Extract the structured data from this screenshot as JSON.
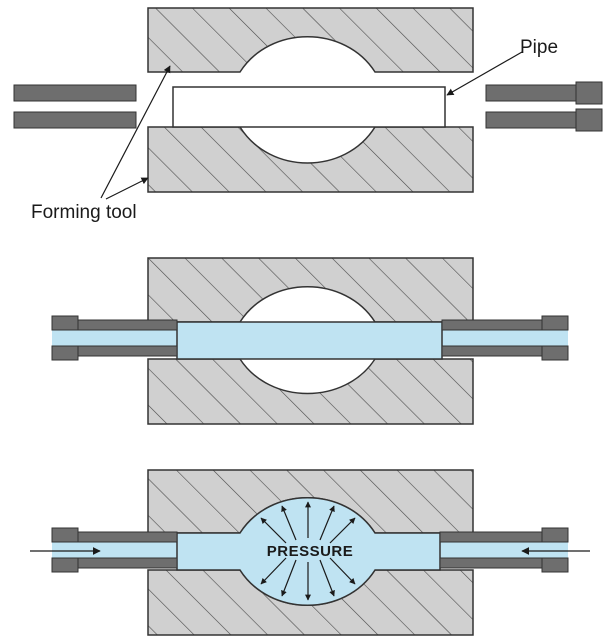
{
  "labels": {
    "pipe": "Pipe",
    "forming_tool": "Forming tool",
    "pressure": "PRESSURE"
  },
  "colors": {
    "die": "#d0d0d0",
    "hatch": "#4a4a4a",
    "punch": "#6e6e6e",
    "fluid": "#bfe3f2",
    "outline": "#333333"
  }
}
